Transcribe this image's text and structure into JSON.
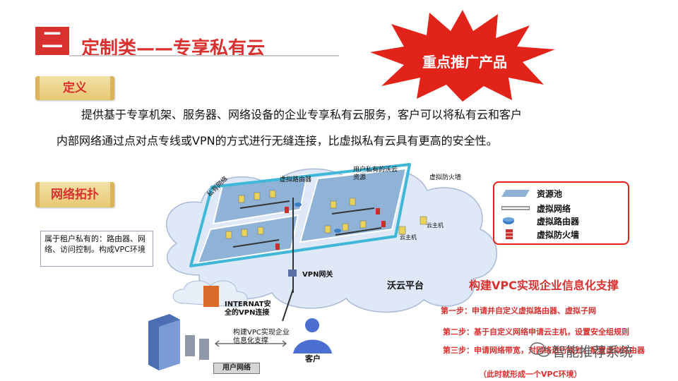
{
  "header": {
    "section_number": "二",
    "section_title": "定制类——专享私有云",
    "badge": "重点推广产品"
  },
  "definition": {
    "label": "定义",
    "line1": "提供基于专享机架、服务器、网络设备的企业专享私有云服务，客户可以将私有云和客户",
    "line2": "内部网络通过点对点专线或VPN的方式进行无缝连接，比虚拟私有云具有更高的安全性。"
  },
  "topology": {
    "label": "网络拓扑",
    "note": "属于租户私有的：路由器、网络、访问控制。构成VPC环境",
    "labels": {
      "virtual_router": "虚拟路由器",
      "user_resources": "用户私有的沃云资源",
      "virtual_firewall": "虚拟防火墙",
      "private_network": "私有网络",
      "cloud_host_1": "云主机",
      "cloud_host_2": "云主机",
      "vpn_gateway": "VPN网关",
      "platform": "沃云平台",
      "internet_vpn": "INTERNAT安全的VPN连接",
      "build_vpc": "构建VPC实现企业信息化支撑",
      "customer": "客户",
      "user_network": "用户网络"
    }
  },
  "legend": {
    "items": [
      {
        "label": "资源池",
        "icon": "resource-pool-icon"
      },
      {
        "label": "虚拟网络",
        "icon": "virtual-network-icon"
      },
      {
        "label": "虚拟路由器",
        "icon": "virtual-router-icon"
      },
      {
        "label": "虚拟防火墙",
        "icon": "virtual-firewall-icon"
      }
    ]
  },
  "steps": {
    "title": "构建VPC实现企业信息化支撑",
    "step1": "第一步：申请并自定义虚拟路由器、虚拟子网",
    "step2": "第二步：基于自定义网络申请云主机，设置安全组规则",
    "step3": "第三步：申请网络带宽，对网络进行规划，配置虚拟路由器",
    "result": "（此时就形成一个VPC环境）"
  },
  "watermark": "智能推荐系统",
  "colors": {
    "accent_red": "#d9312f",
    "badge_red": "#e2231a",
    "cloud_blue": "#dfe8f6",
    "platform_cyan": "#3fb7d9",
    "scroll_gold": "#e6c872"
  }
}
